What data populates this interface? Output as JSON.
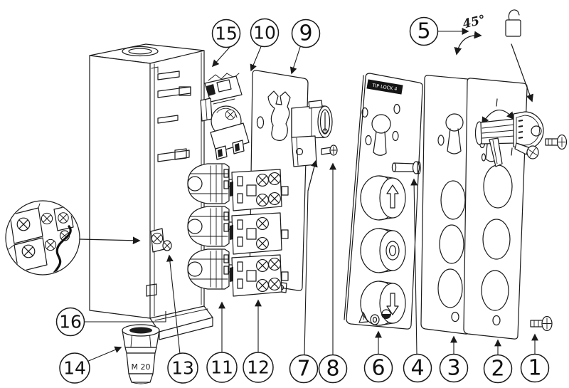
{
  "figure": {
    "background": "#ffffff",
    "line_color": "#1a1a1a"
  },
  "annotations": {
    "angle_label": "45°",
    "gland_label": "M 20",
    "panel_label": "TIP LOCK 4"
  },
  "callouts": {
    "c1": "1",
    "c2": "2",
    "c3": "3",
    "c4": "4",
    "c5": "5",
    "c6": "6",
    "c7": "7",
    "c8": "8",
    "c9": "9",
    "c10": "10",
    "c11": "11",
    "c12": "12",
    "c13": "13",
    "c14": "14",
    "c15": "15",
    "c16": "16"
  }
}
